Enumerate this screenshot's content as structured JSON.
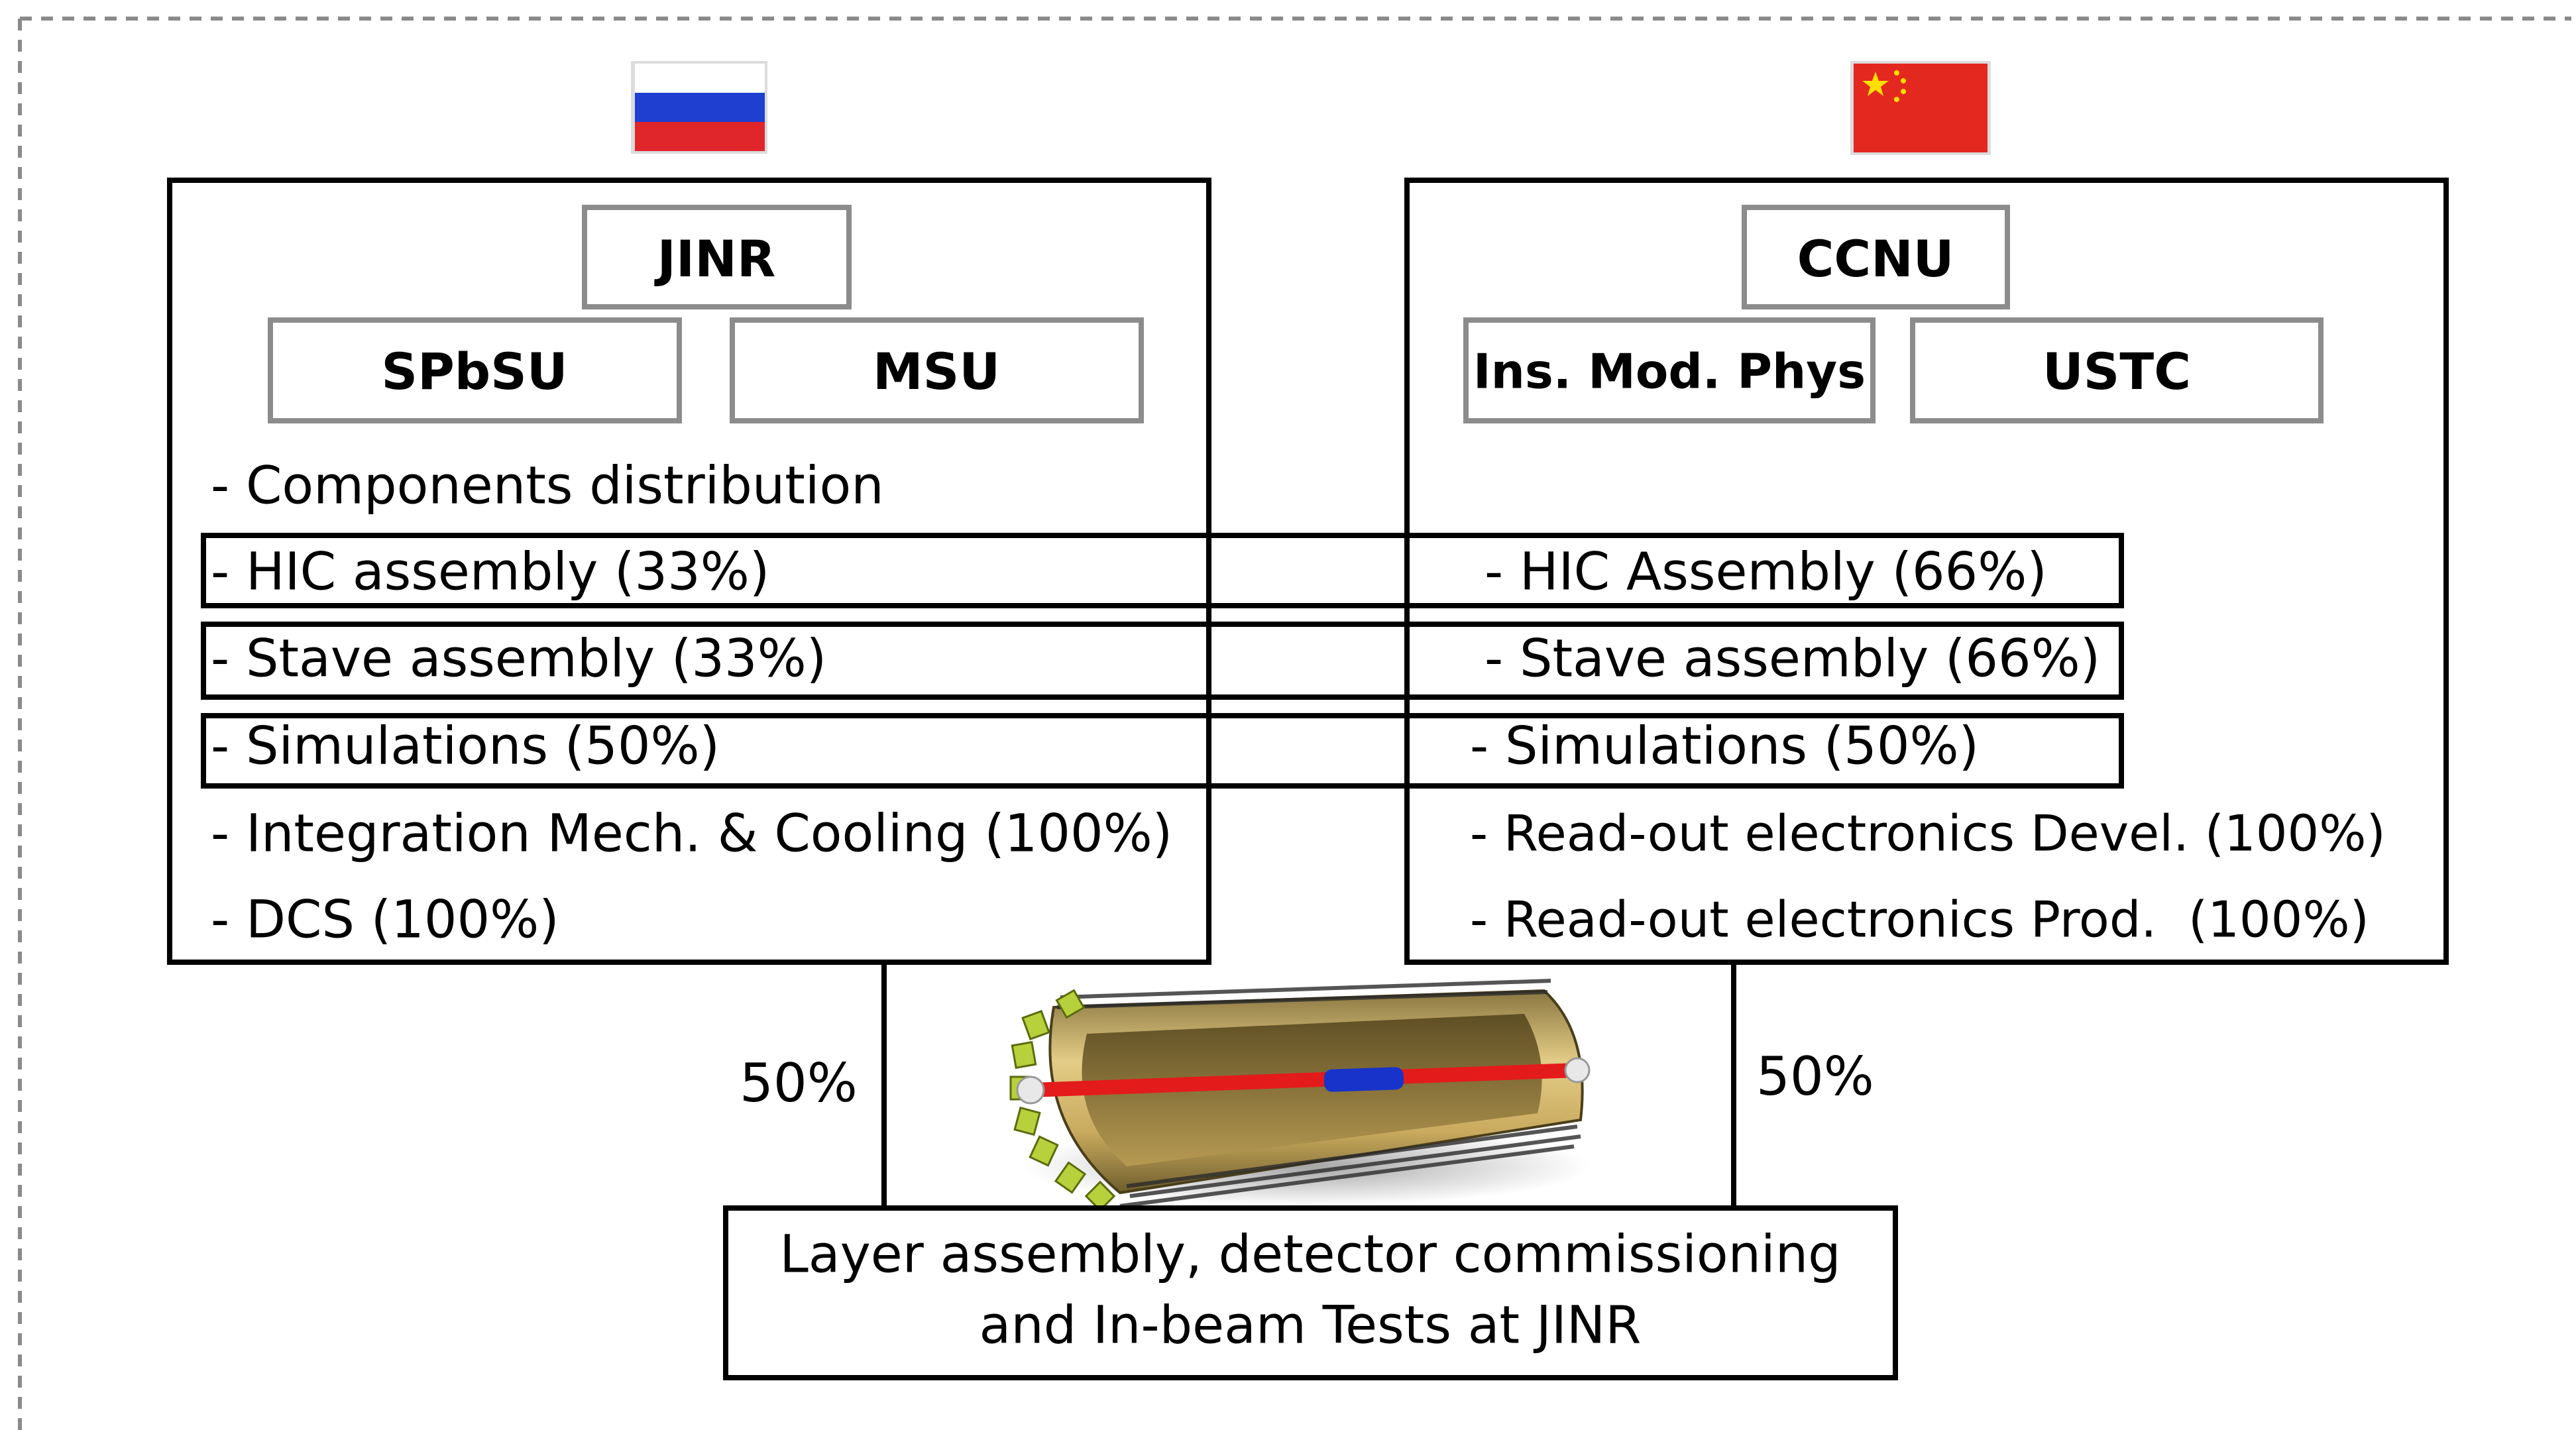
{
  "colors": {
    "frame_dash": "#8a8a8a",
    "box_stroke": "#000000",
    "org_box_stroke": "#8c8c8c",
    "text": "#000000",
    "flag_ru_white": "#ffffff",
    "flag_ru_blue": "#1f3fd1",
    "flag_ru_red": "#e0262b",
    "flag_cn_red": "#e3281f",
    "flag_cn_star": "#ffde00",
    "detector_gold": "#c8a85c",
    "detector_dark": "#2b2b2b",
    "detector_green": "#b6d13c",
    "beam_red": "#e31b1b",
    "beam_blue": "#1833c9"
  },
  "flags": {
    "left": {
      "icon": "russia-flag-icon"
    },
    "right": {
      "icon": "china-flag-icon"
    }
  },
  "left": {
    "lead": "JINR",
    "partners": [
      "SPbSU",
      "MSU"
    ],
    "tasks": [
      "- Components distribution",
      "- HIC assembly (33%)",
      "- Stave assembly (33%)",
      "- Simulations (50%)",
      "- Integration Mech. & Cooling (100%)",
      "- DCS (100%)"
    ],
    "share": "50%"
  },
  "right": {
    "lead": "CCNU",
    "partners": [
      "Ins. Mod. Phys",
      "USTC"
    ],
    "tasks": [
      "- HIC Assembly (66%)",
      "- Stave assembly (66%)",
      "- Simulations (50%)",
      "- Read-out electronics Devel. (100%)",
      "- Read-out electronics Prod.  (100%)"
    ],
    "share": "50%"
  },
  "detector": {
    "icon": "detector-barrel-icon"
  },
  "bottom": {
    "line1": "Layer assembly, detector commissioning",
    "line2": "and In-beam Tests at JINR"
  }
}
